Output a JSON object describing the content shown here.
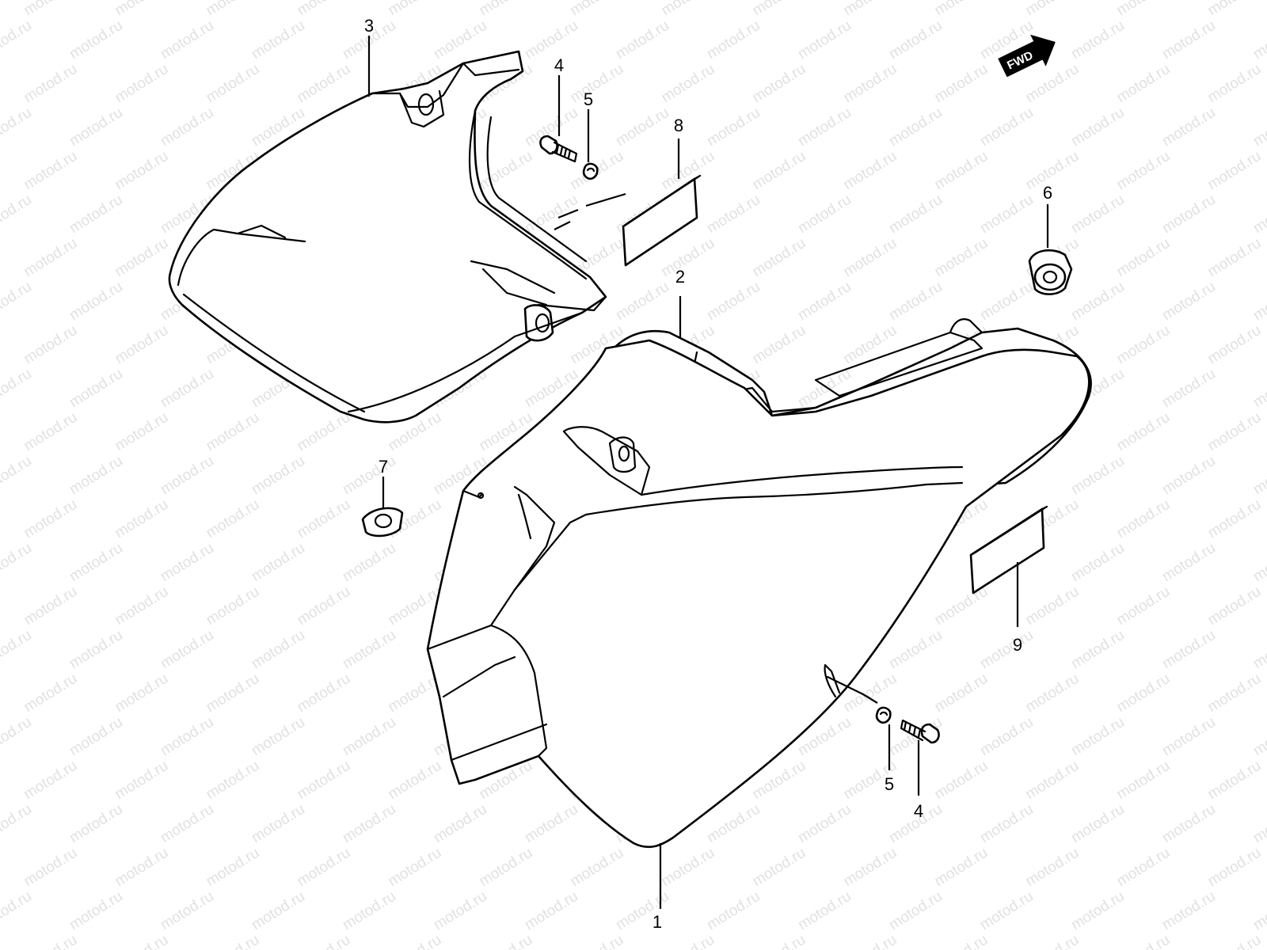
{
  "watermark": {
    "text": "motod.ru",
    "color": "#c8c8c8"
  },
  "direction_badge": {
    "label": "FWD",
    "icon": "forward-arrow-icon"
  },
  "callouts": [
    {
      "number": "1",
      "part": "side-cover-right"
    },
    {
      "number": "2",
      "part": "frame-cover-upper"
    },
    {
      "number": "3",
      "part": "side-cover-left"
    },
    {
      "number": "4",
      "part": "bolt-upper"
    },
    {
      "number": "5",
      "part": "washer-upper"
    },
    {
      "number": "8",
      "part": "cushion-pad-8"
    },
    {
      "number": "6",
      "part": "grommet-6"
    },
    {
      "number": "7",
      "part": "grommet-7"
    },
    {
      "number": "9",
      "part": "cushion-pad-9"
    },
    {
      "number": "5",
      "part": "washer-lower"
    },
    {
      "number": "4",
      "part": "bolt-lower"
    }
  ],
  "colors": {
    "line": "#000000",
    "background": "#ffffff"
  }
}
